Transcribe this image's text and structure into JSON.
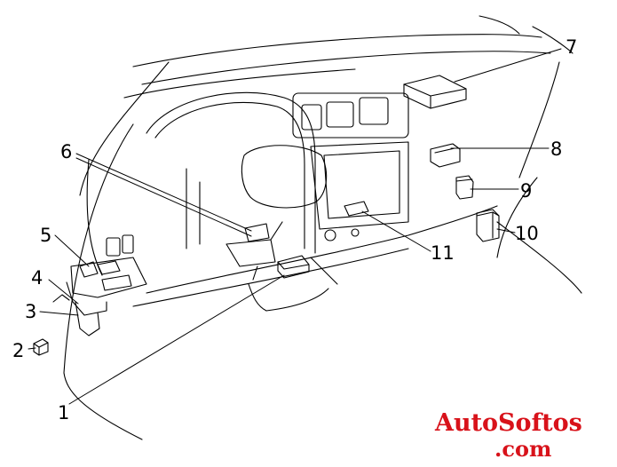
{
  "diagram": {
    "callouts": [
      {
        "id": "1",
        "label": "1"
      },
      {
        "id": "2",
        "label": "2"
      },
      {
        "id": "3",
        "label": "3"
      },
      {
        "id": "4",
        "label": "4"
      },
      {
        "id": "5",
        "label": "5"
      },
      {
        "id": "6",
        "label": "6"
      },
      {
        "id": "7",
        "label": "7"
      },
      {
        "id": "8",
        "label": "8"
      },
      {
        "id": "9",
        "label": "9"
      },
      {
        "id": "10",
        "label": "10"
      },
      {
        "id": "11",
        "label": "11"
      }
    ]
  },
  "watermark": {
    "line1": "AutoSoftos",
    "line2": ".com",
    "color": "#d8121a"
  },
  "colors": {
    "line": "#000000",
    "background": "#ffffff"
  }
}
